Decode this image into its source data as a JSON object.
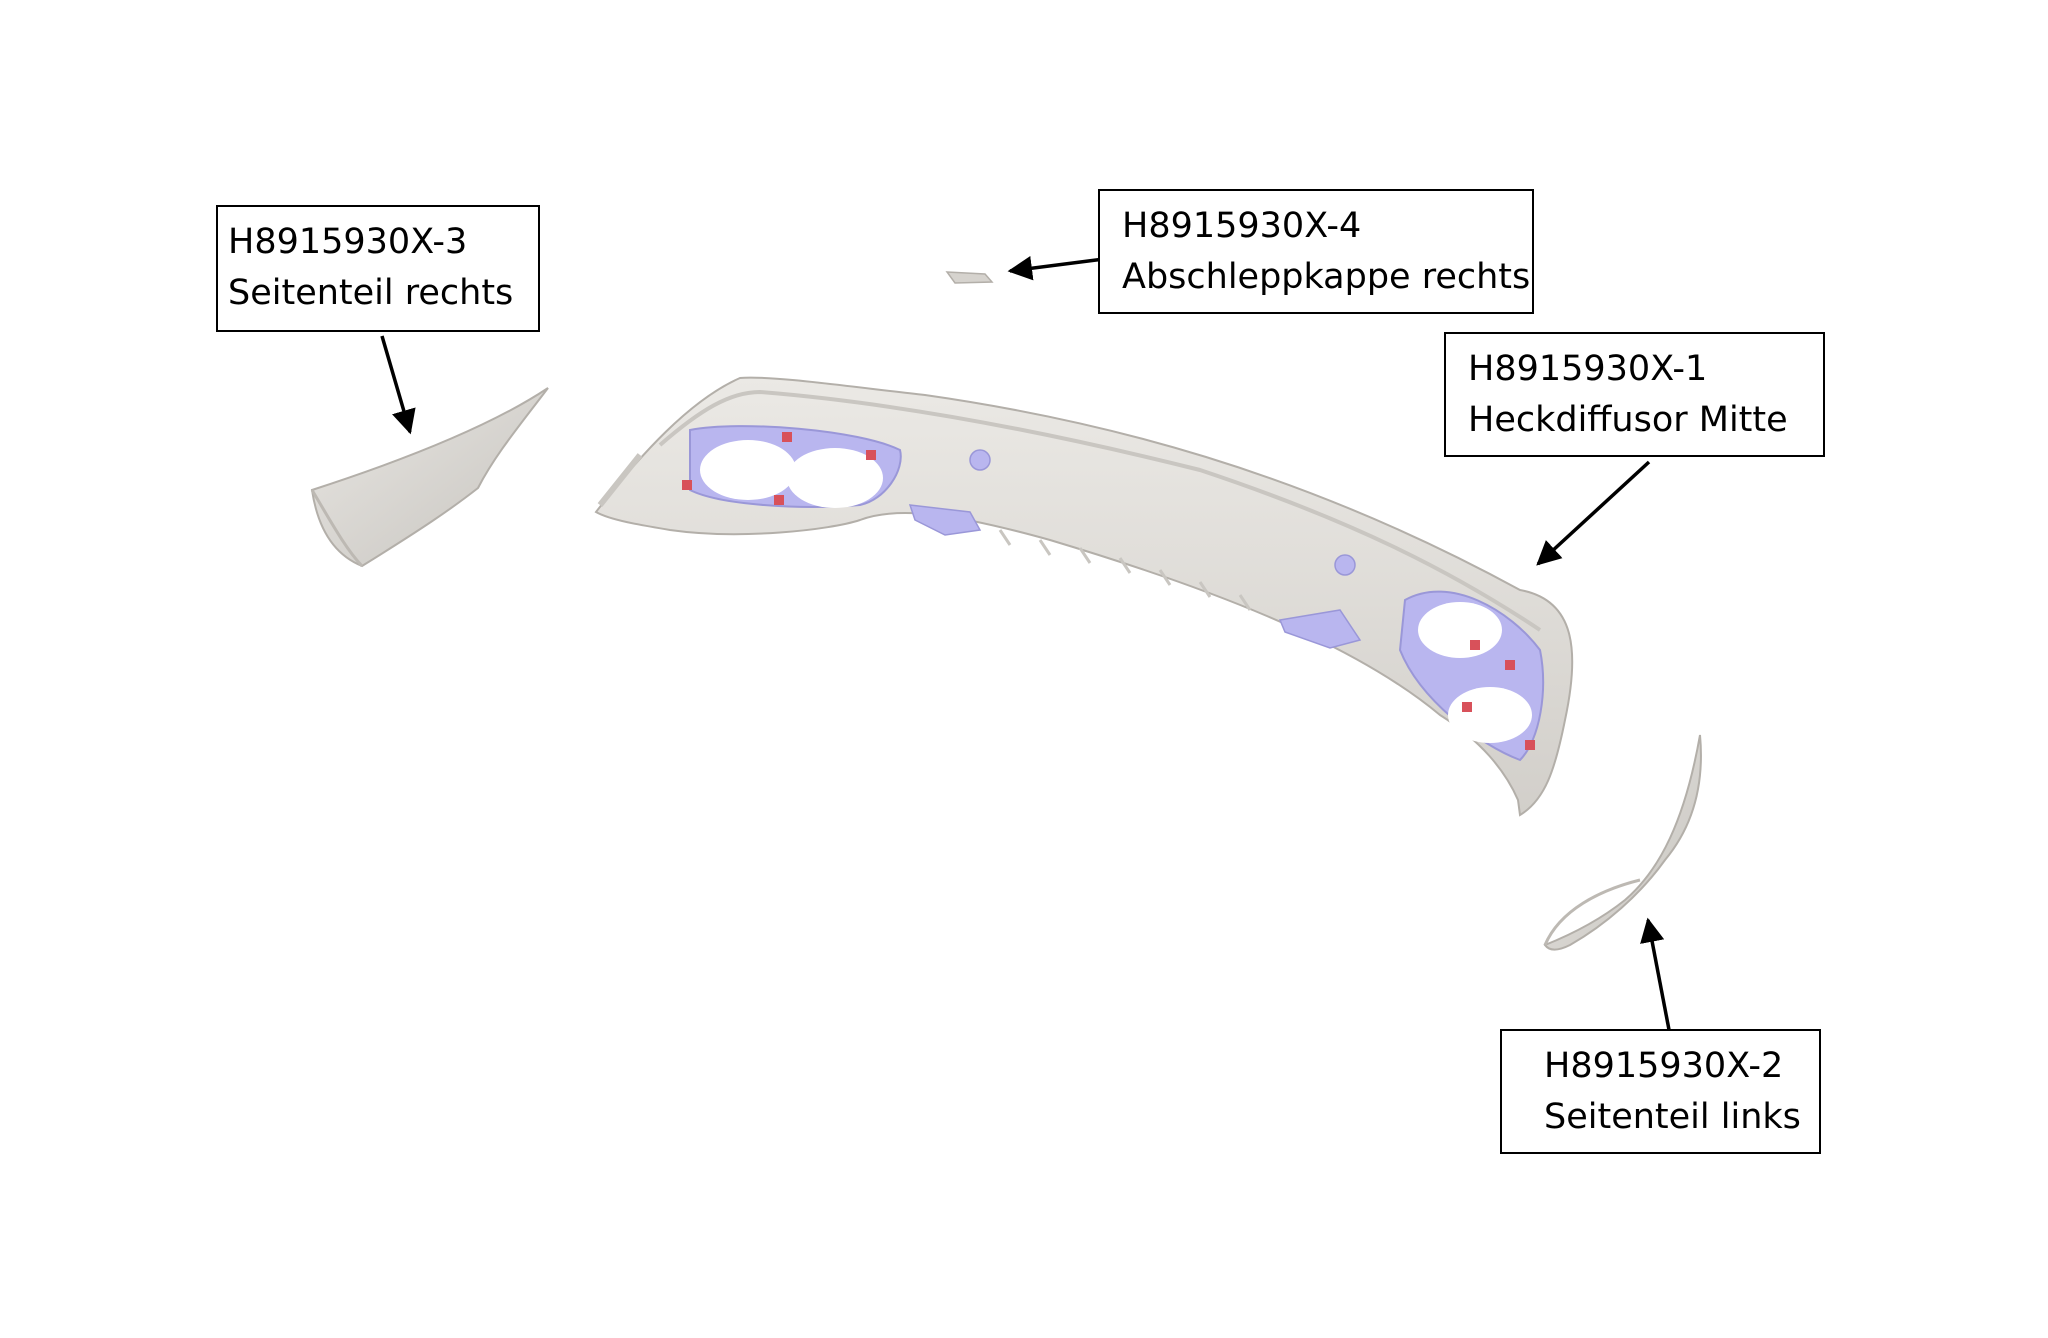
{
  "labels": {
    "part_3": {
      "number": "H8915930X-3",
      "name": "Seitenteil rechts"
    },
    "part_4": {
      "number": "H8915930X-4",
      "name": "Abschleppkappe rechts"
    },
    "part_1": {
      "number": "H8915930X-1",
      "name": "Heckdiffusor Mitte"
    },
    "part_2": {
      "number": "H8915930X-2",
      "name": "Seitenteil links"
    }
  },
  "colors": {
    "part_body": "#e4e2de",
    "part_shade": "#c9c6c1",
    "part_edge": "#b3afa9",
    "mount_bracket": "#b9b6ef",
    "clip_marker": "#d8515a",
    "arrow": "#000000"
  }
}
